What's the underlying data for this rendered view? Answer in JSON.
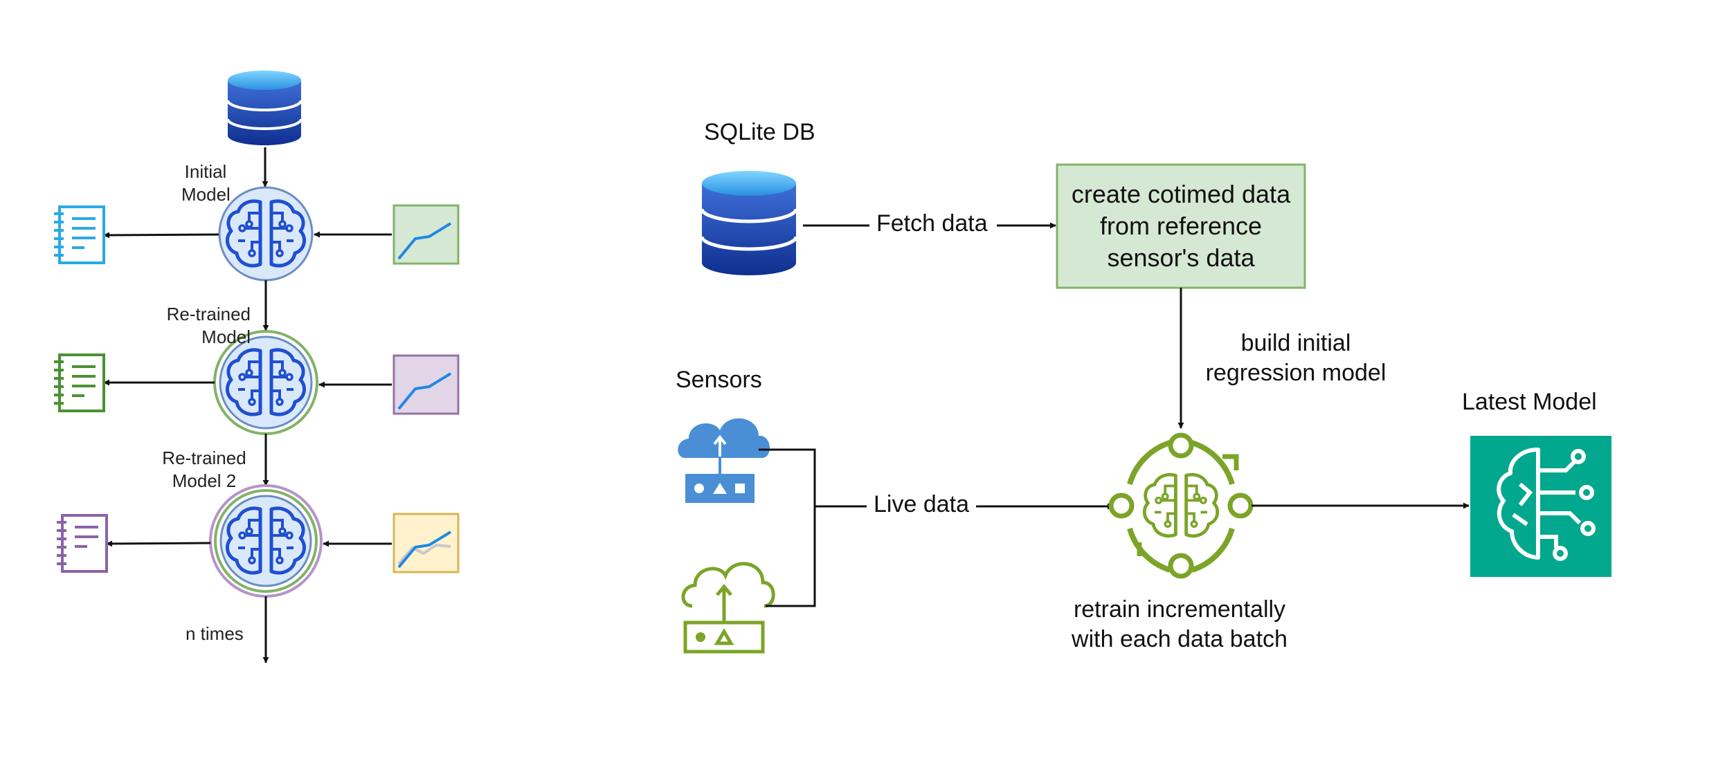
{
  "left_flow": {
    "stage1_label": [
      "Initial",
      "Model"
    ],
    "stage2_label": [
      "Re-trained",
      "Model"
    ],
    "stage3_label": [
      "Re-trained",
      "Model 2"
    ],
    "repeat_label": "n times",
    "colors": {
      "stage1": "#4aa3df",
      "stage2": "#5a9a3a",
      "stage3": "#8a63a8",
      "brain": "#1f4fd1"
    }
  },
  "right_flow": {
    "db_label": "SQLite DB",
    "fetch_label": "Fetch data",
    "process_box": "create cotimed data from reference sensor's data",
    "build_label": [
      "build initial",
      "regression model"
    ],
    "sensors_label": "Sensors",
    "live_label": "Live data",
    "retrain_label": [
      "retrain incrementally",
      "with each data batch"
    ],
    "latest_label": "Latest Model",
    "colors": {
      "green": "#7ba428",
      "box_fill": "#d5e8d4",
      "box_border": "#82b366",
      "latest_fill": "#01a88d",
      "cloud_blue": "#4a8fd6"
    }
  }
}
